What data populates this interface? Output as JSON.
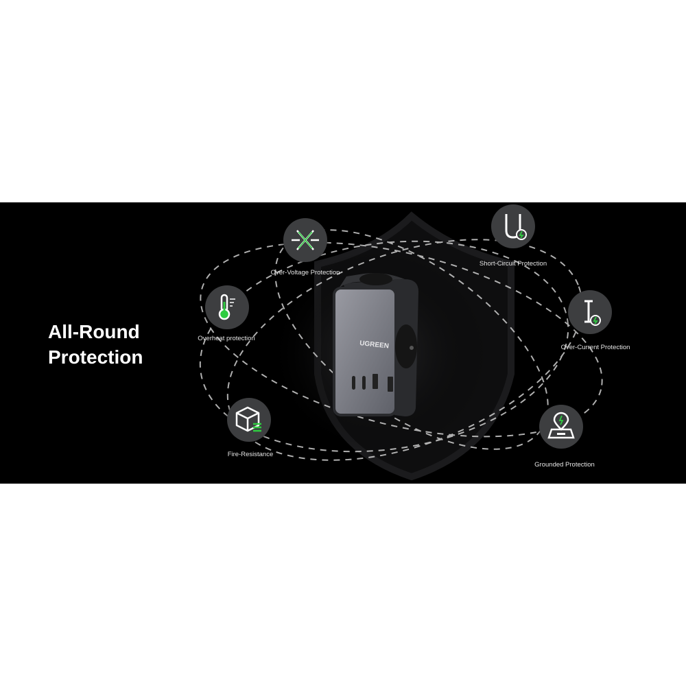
{
  "headline": {
    "line1": "All-Round",
    "line2": "Protection"
  },
  "product": {
    "brand": "UGREEN"
  },
  "features": [
    {
      "label": "Over-Voltage Protection",
      "icon": "crossed-lines-icon"
    },
    {
      "label": "Short-Circuit Protection",
      "icon": "u-wire-bolt-icon"
    },
    {
      "label": "Overheat protection",
      "icon": "thermometer-icon"
    },
    {
      "label": "Over-Current Protection",
      "icon": "i-beam-bolt-icon"
    },
    {
      "label": "Fire-Resistance",
      "icon": "cube-layers-icon"
    },
    {
      "label": "Grounded Protection",
      "icon": "ground-pin-icon"
    }
  ],
  "colors": {
    "background": "#000000",
    "accent": "#2ecc40",
    "icon_bg": "#3d3e40",
    "text": "#ffffff"
  }
}
